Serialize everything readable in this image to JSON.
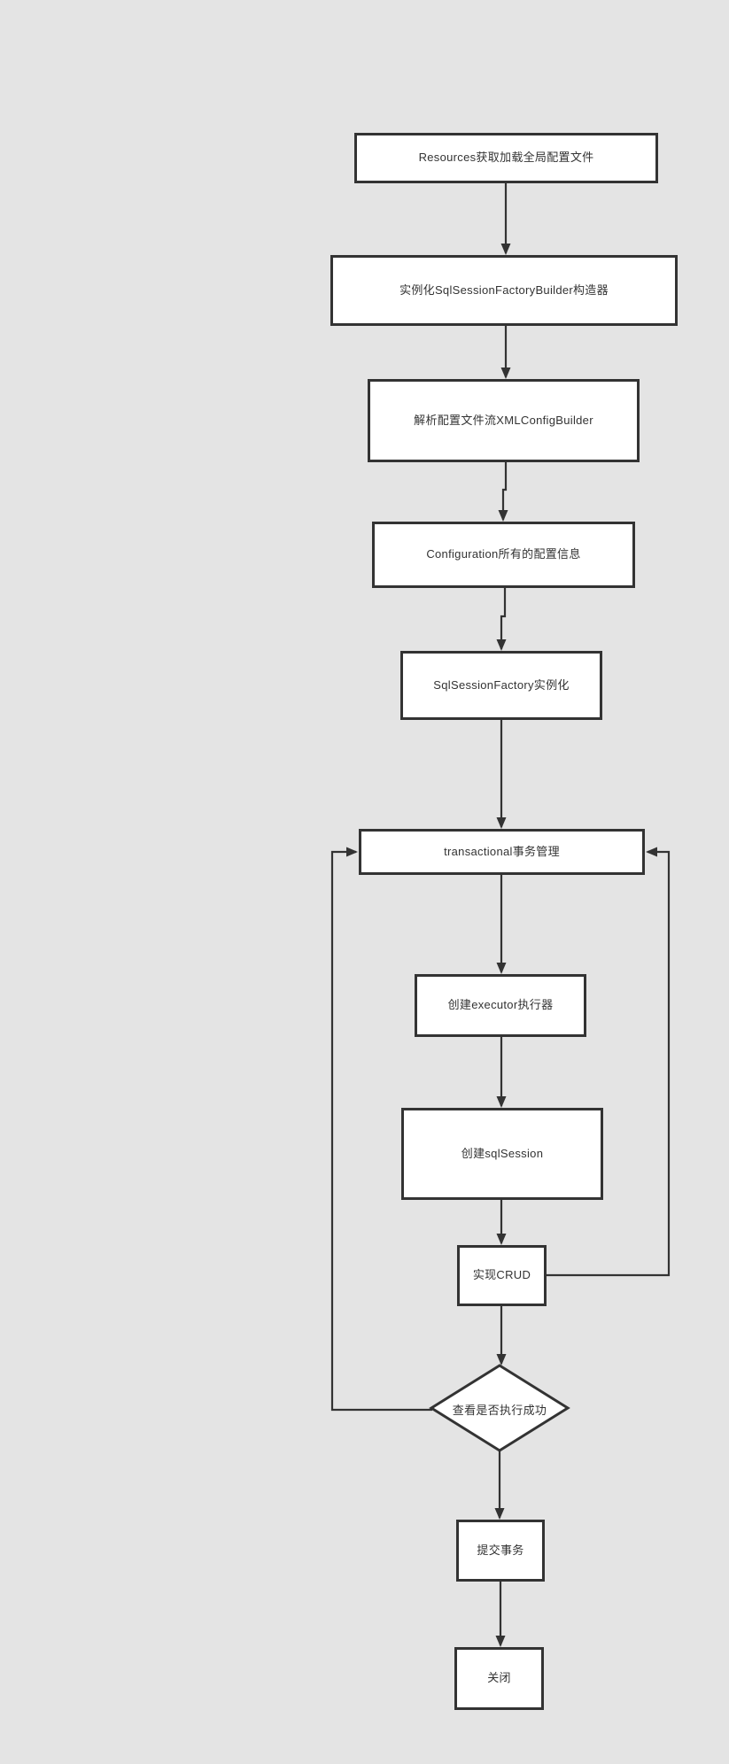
{
  "diagram": {
    "type": "flowchart",
    "nodes": {
      "resources": {
        "label": "Resources获取加载全局配置文件",
        "shape": "rect"
      },
      "builder": {
        "label": "实例化SqlSessionFactoryBuilder构造器",
        "shape": "rect"
      },
      "xmlconfig": {
        "label": "解析配置文件流XMLConfigBuilder",
        "shape": "rect"
      },
      "configuration": {
        "label": "Configuration所有的配置信息",
        "shape": "rect"
      },
      "factory": {
        "label": "SqlSessionFactory实例化",
        "shape": "rect"
      },
      "transactional": {
        "label": "transactional事务管理",
        "shape": "rect"
      },
      "executor": {
        "label": "创建executor执行器",
        "shape": "rect"
      },
      "sqlsession": {
        "label": "创建sqlSession",
        "shape": "rect"
      },
      "crud": {
        "label": "实现CRUD",
        "shape": "rect"
      },
      "decision": {
        "label": "查看是否执行成功",
        "shape": "diamond"
      },
      "commit": {
        "label": "提交事务",
        "shape": "rect"
      },
      "close": {
        "label": "关闭",
        "shape": "rect"
      }
    },
    "edges": [
      {
        "from": "resources",
        "to": "builder"
      },
      {
        "from": "builder",
        "to": "xmlconfig"
      },
      {
        "from": "xmlconfig",
        "to": "configuration"
      },
      {
        "from": "configuration",
        "to": "factory"
      },
      {
        "from": "factory",
        "to": "transactional"
      },
      {
        "from": "transactional",
        "to": "executor"
      },
      {
        "from": "executor",
        "to": "sqlsession"
      },
      {
        "from": "sqlsession",
        "to": "crud"
      },
      {
        "from": "crud",
        "to": "decision"
      },
      {
        "from": "decision",
        "to": "commit"
      },
      {
        "from": "commit",
        "to": "close"
      },
      {
        "from": "crud",
        "to": "transactional",
        "route": "right-loop"
      },
      {
        "from": "decision",
        "to": "transactional",
        "route": "left-loop"
      }
    ],
    "colors": {
      "background": "#e4e4e4",
      "node_fill": "#ffffff",
      "stroke": "#333333",
      "text": "#333333"
    }
  }
}
